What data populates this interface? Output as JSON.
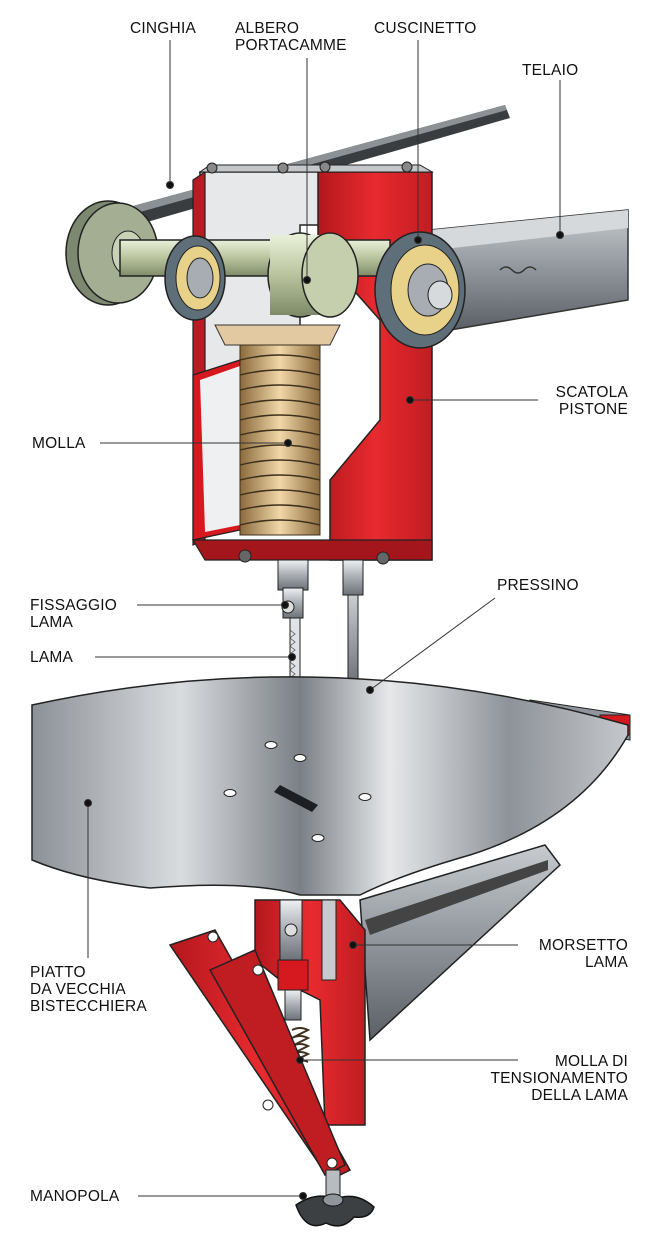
{
  "labels": {
    "cinghia": [
      "CINGHIA"
    ],
    "albero": [
      "ALBERO",
      "PORTACAMME"
    ],
    "cuscinetto": [
      "CUSCINETTO"
    ],
    "telaio": [
      "TELAIO"
    ],
    "scatola": [
      "SCATOLA",
      "PISTONE"
    ],
    "molla": [
      "MOLLA"
    ],
    "fissaggio": [
      "FISSAGGIO",
      "LAMA"
    ],
    "lama": [
      "LAMA"
    ],
    "pressino": [
      "PRESSINO"
    ],
    "piatto": [
      "PIATTO",
      "DA VECCHIA",
      "BISTECCHIERA"
    ],
    "morsetto": [
      "MORSETTO",
      "LAMA"
    ],
    "molla_tens": [
      "MOLLA DI",
      "TENSIONAMENTO",
      "DELLA LAMA"
    ],
    "manopola": [
      "MANOPOLA"
    ]
  },
  "colors": {
    "red": "#e2232a",
    "dark_red": "#a3161b",
    "steel": "#c9ccd0",
    "spring": "#c8a26a",
    "green_pulley": "#9aa68a"
  }
}
